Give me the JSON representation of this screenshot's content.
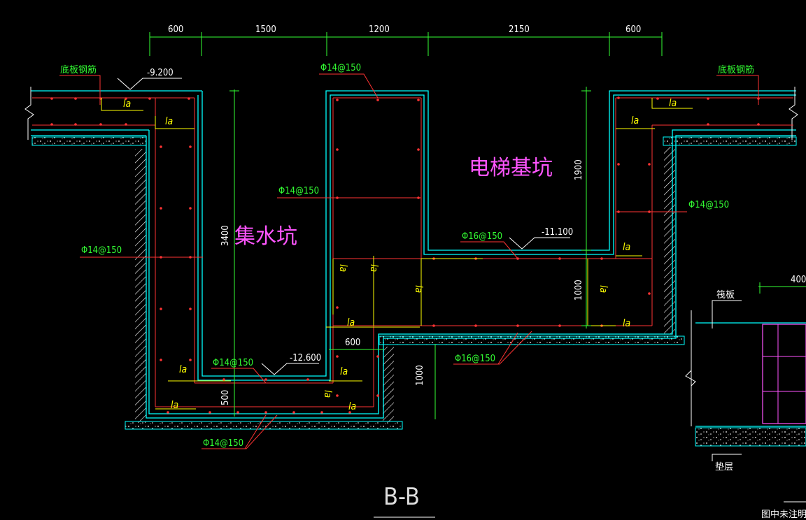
{
  "drawing": {
    "section_title": "B-B",
    "pit_label_water": "集水坑",
    "pit_label_elevator": "电梯基坑"
  },
  "dimensions": {
    "top": [
      "600",
      "1500",
      "1200",
      "2150",
      "600"
    ],
    "depth_3400": "3400",
    "depth_1900": "1900",
    "depth_1000_right": "1000",
    "depth_1000_step": "1000",
    "depth_500": "500",
    "step_600": "600",
    "detail_400": "400"
  },
  "elevations": {
    "top_slab": "-9.200",
    "elevator_bottom": "-11.100",
    "sump_bottom": "-12.600"
  },
  "rebar_labels": {
    "top_mid": "Φ14@150",
    "left_wall": "Φ14@150",
    "mid_wall": "Φ14@150",
    "right_wall": "Φ14@150",
    "elevator_slab": "Φ16@150",
    "elevator_bottom": "Φ16@150",
    "sump_slab": "Φ14@150",
    "sump_bottom": "Φ14@150",
    "bottom_steel_left": "底板钢筋",
    "bottom_steel_right": "底板钢筋"
  },
  "anchorage_label": "la",
  "detail": {
    "raft_label": "筏板",
    "cushion_label": "垫层",
    "note_partial": "图中未注明的"
  },
  "colors": {
    "background": "#000000",
    "outline": "#00ffff",
    "rebar": "#ff3333",
    "anchorage": "#ffff00",
    "dimension": "#33ff33",
    "text_main": "#ff55ff",
    "hatch": "#ffffff"
  }
}
